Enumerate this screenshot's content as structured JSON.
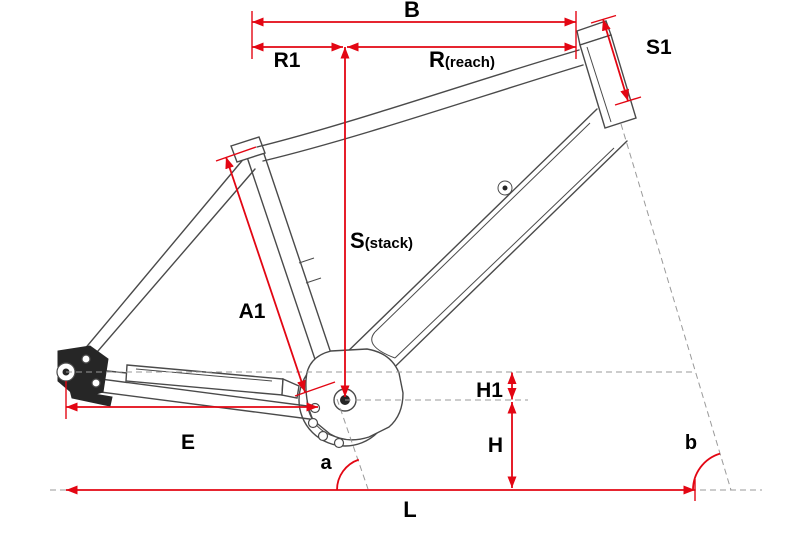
{
  "diagram": {
    "name": "Bike frame geometry diagram",
    "colors": {
      "dimension": "#e30613",
      "frame": "#4a4a4a",
      "frame_dark": "#262626",
      "guide": "#9a9a9a",
      "label": "#000000",
      "background": "#ffffff"
    },
    "labels": {
      "top_width": "B",
      "rear_offset": "R1",
      "reach_main": "R",
      "reach_sub": "(reach)",
      "head_tube_length": "S1",
      "stack_main": "S",
      "stack_sub": "(stack)",
      "seat_tube_length": "A1",
      "bb_drop": "H1",
      "bb_height": "H",
      "chainstay_length": "E",
      "seat_tube_angle": "a",
      "head_tube_angle": "b",
      "wheelbase": "L"
    }
  }
}
